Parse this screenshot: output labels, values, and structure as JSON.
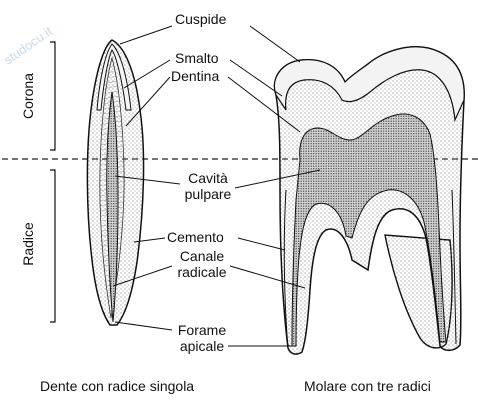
{
  "watermark": "studocu.it",
  "region_labels": {
    "crown": "Corona",
    "root": "Radice"
  },
  "labels": {
    "cuspide": "Cuspide",
    "smalto": "Smalto",
    "dentina": "Dentina",
    "cavita_line1": "Cavità",
    "cavita_line2": "pulpare",
    "cemento": "Cemento",
    "canale_line1": "Canale",
    "canale_line2": "radicale",
    "forame_line1": "Forame",
    "forame_line2": "apicale"
  },
  "captions": {
    "left": "Dente con radice singola",
    "right": "Molare con tre radici"
  },
  "colors": {
    "ink": "#111111",
    "watermark": "#c9d9ef",
    "stipple": "#444444"
  }
}
